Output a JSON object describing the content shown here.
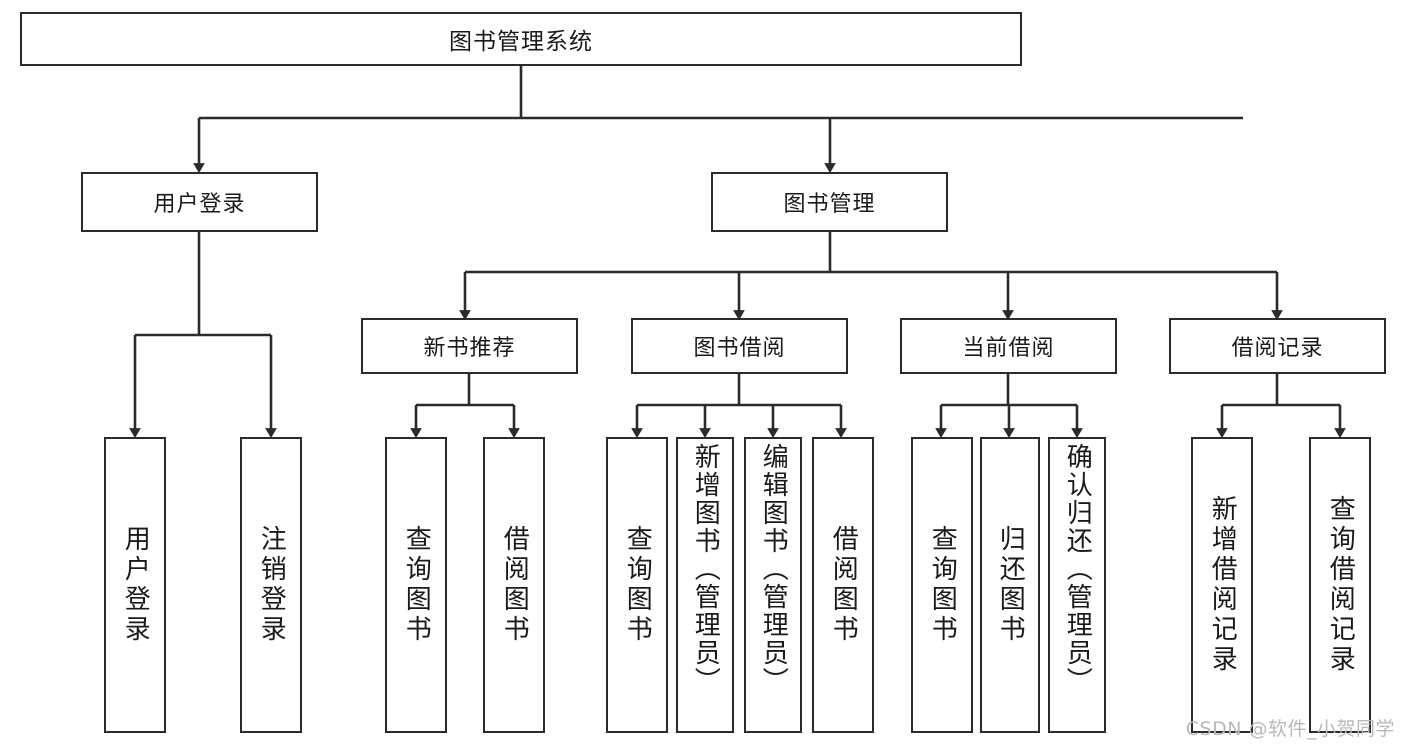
{
  "diagram": {
    "type": "tree",
    "title": "图书管理系统",
    "orientation": "top-down",
    "line_color": "#2b2b2b",
    "box_fill": "#ffffff",
    "text_color": "#1a1a1a",
    "root": {
      "label": "图书管理系统",
      "children": [
        {
          "label": "用户登录",
          "children": [
            {
              "label": "用户登录"
            },
            {
              "label": "注销登录"
            }
          ]
        },
        {
          "label": "图书管理",
          "children": [
            {
              "label": "新书推荐",
              "children": [
                {
                  "label": "查询图书"
                },
                {
                  "label": "借阅图书"
                }
              ]
            },
            {
              "label": "图书借阅",
              "children": [
                {
                  "label": "查询图书"
                },
                {
                  "label": "新增图书（管理员）"
                },
                {
                  "label": "编辑图书（管理员）"
                },
                {
                  "label": "借阅图书"
                }
              ]
            },
            {
              "label": "当前借阅",
              "children": [
                {
                  "label": "查询图书"
                },
                {
                  "label": "归还图书"
                },
                {
                  "label": "确认归还（管理员）"
                }
              ]
            },
            {
              "label": "借阅记录",
              "children": [
                {
                  "label": "新增借阅记录"
                },
                {
                  "label": "查询借阅记录"
                }
              ]
            }
          ]
        }
      ]
    }
  },
  "nodes": {
    "root": "图书管理系统",
    "user_login": "用户登录",
    "book_manage": "图书管理",
    "new_book_rec": "新书推荐",
    "book_borrow": "图书借阅",
    "current_borrow": "当前借阅",
    "borrow_record": "借阅记录",
    "leaf_user_login": "用户登录",
    "leaf_logout": "注销登录",
    "leaf_query_book_1": "查询图书",
    "leaf_borrow_book_1": "借阅图书",
    "leaf_query_book_2": "查询图书",
    "leaf_add_book_admin": "新增图书（管理员）",
    "leaf_edit_book_admin": "编辑图书（管理员）",
    "leaf_borrow_book_2": "借阅图书",
    "leaf_query_book_3": "查询图书",
    "leaf_return_book": "归还图书",
    "leaf_confirm_return_admin": "确认归还（管理员）",
    "leaf_add_record": "新增借阅记录",
    "leaf_query_record": "查询借阅记录"
  },
  "watermark": {
    "text": "CSDN @软件_小贺同学"
  }
}
